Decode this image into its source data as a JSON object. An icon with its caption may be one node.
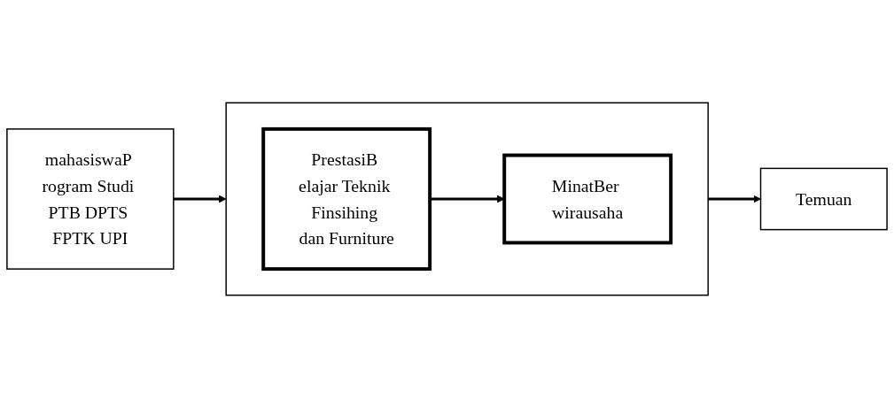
{
  "diagram": {
    "nodes": [
      {
        "text": [
          "mahasiswaP rogram Studi PTB DPTS FPTK UPI"
        ]
      },
      {
        "text": [],
        "shape": "box"
      },
      {
        "text": [
          "PrestasiB elajar Teknik Finsihing dan Furniture"
        ],
        "in": 1
      },
      {
        "text": [
          "MinatBer wirausaha"
        ],
        "in": 1
      },
      {
        "text": [
          "Temuan"
        ]
      }
    ],
    "edges": [
      {
        "from": 0,
        "to": 1,
        "arrow": "to"
      },
      {
        "from": 2,
        "to": 3,
        "arrow": "to"
      },
      {
        "from": 1,
        "to": 4,
        "arrow": "to"
      }
    ]
  }
}
